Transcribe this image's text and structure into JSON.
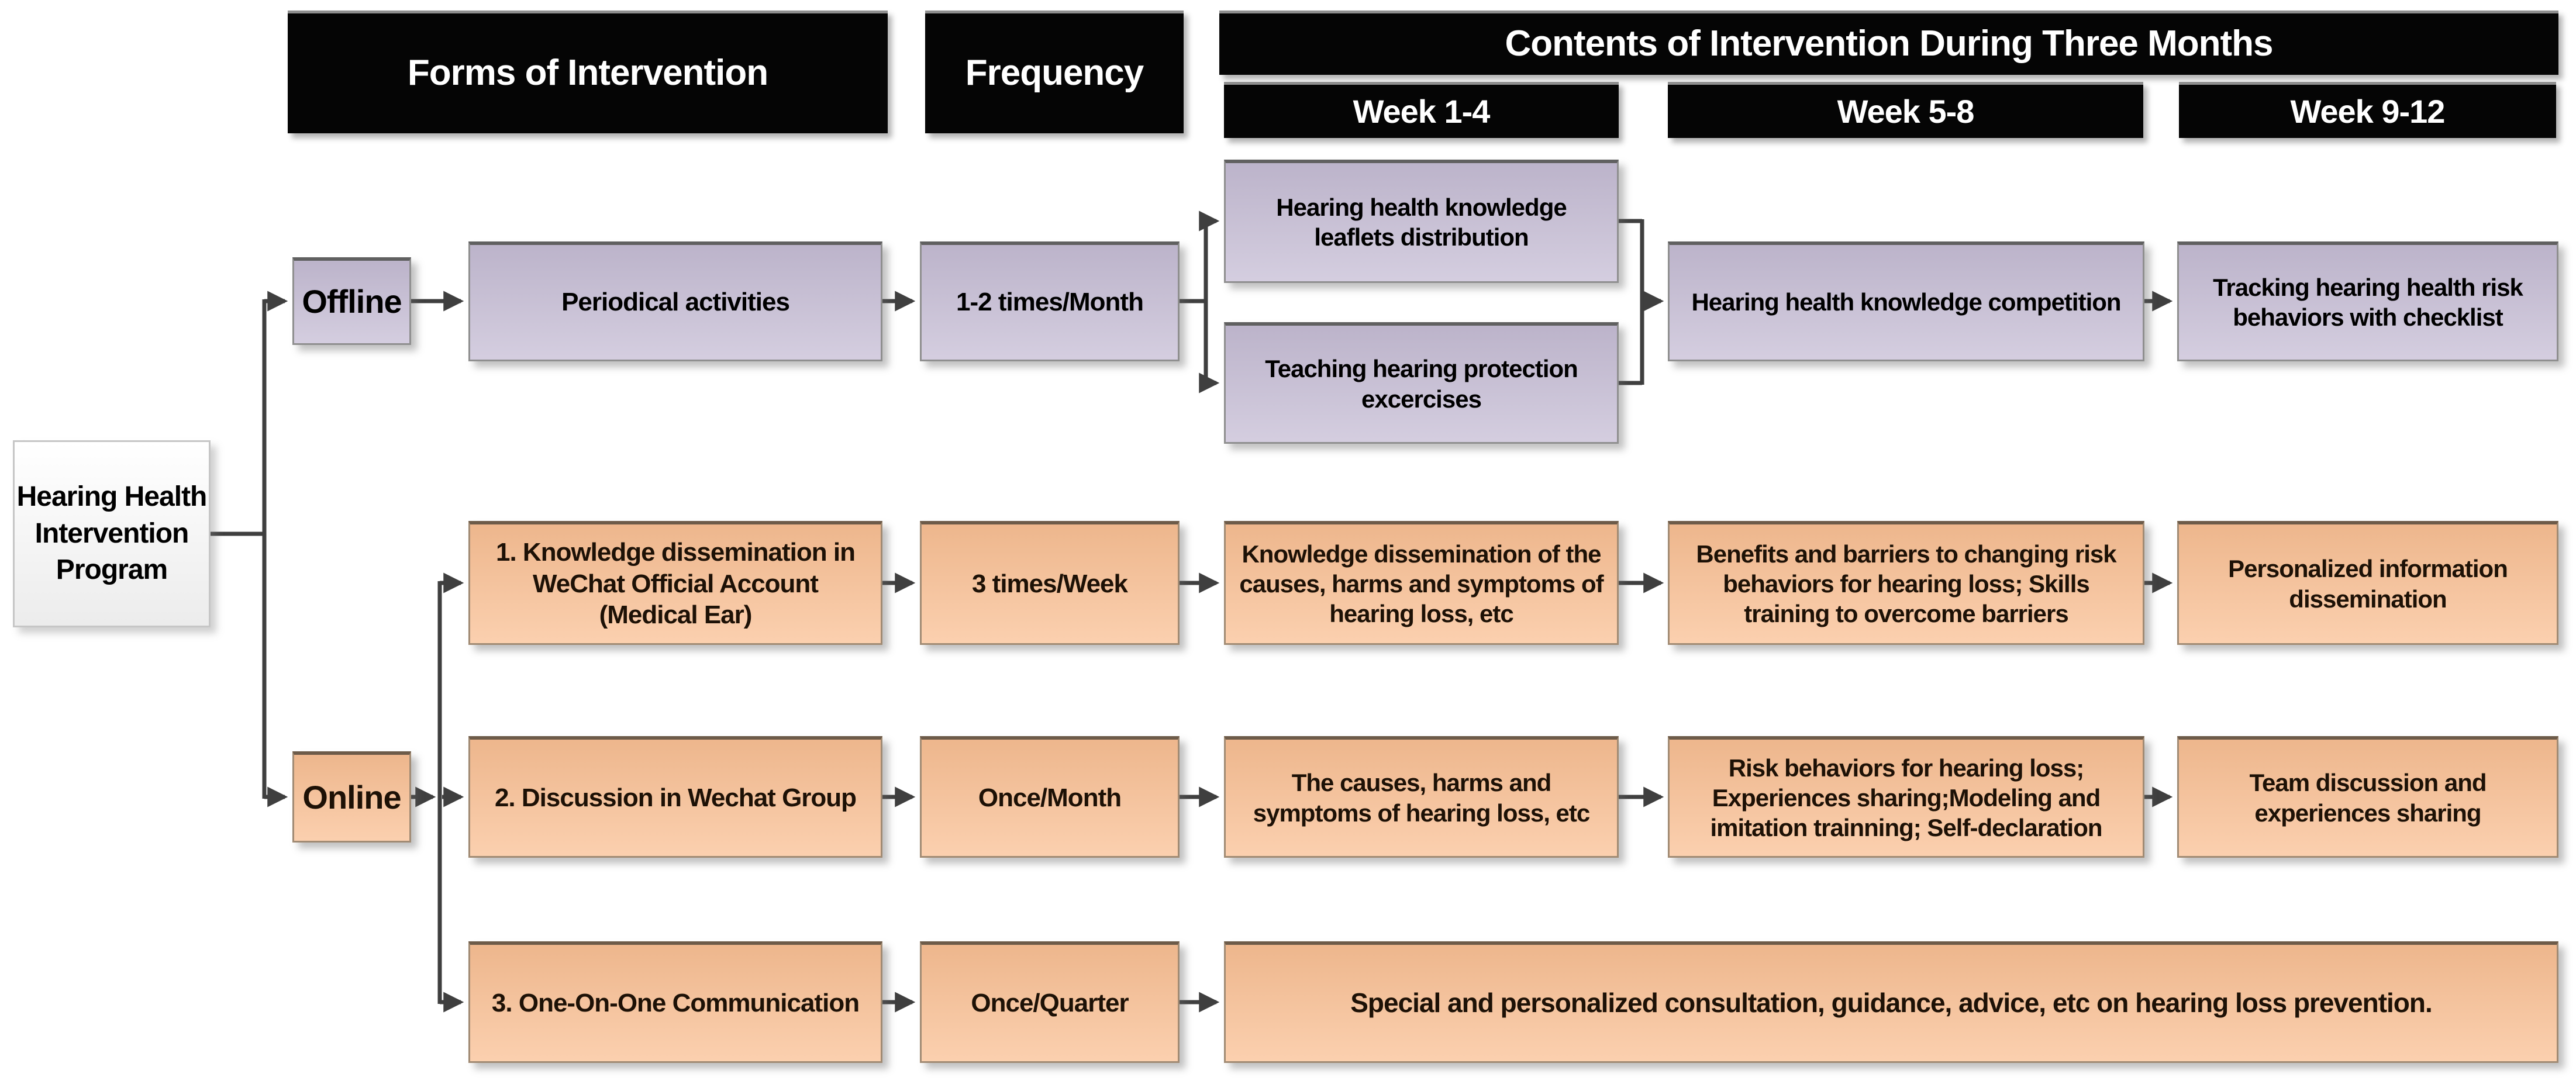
{
  "root": {
    "label": "Hearing Health Intervention Program"
  },
  "headers": {
    "forms": "Forms of Intervention",
    "frequency": "Frequency",
    "contents": "Contents of Intervention During Three Months",
    "weeks": [
      "Week 1-4",
      "Week 5-8",
      "Week 9-12"
    ]
  },
  "offline": {
    "label": "Offline",
    "form": "Periodical activities",
    "frequency": "1-2 times/Month",
    "week_1_4": [
      "Hearing health knowledge leaflets distribution",
      "Teaching hearing protection excercises"
    ],
    "week_5_8": "Hearing health knowledge competition",
    "week_9_12": "Tracking hearing health risk behaviors  with checklist"
  },
  "online": {
    "label": "Online",
    "rows": [
      {
        "form": "1. Knowledge dissemination in WeChat Official Account (Medical Ear)",
        "frequency": "3 times/Week",
        "week_1_4": "Knowledge dissemination of the causes, harms and symptoms of hearing loss, etc",
        "week_5_8": "Benefits and barriers to changing risk behaviors for hearing loss; Skills training to overcome barriers",
        "week_9_12": "Personalized information dissemination"
      },
      {
        "form": "2. Discussion in Wechat Group",
        "frequency": "Once/Month",
        "week_1_4": "The causes, harms and symptoms of hearing loss, etc",
        "week_5_8": "Risk behaviors for hearing loss; Experiences sharing;Modeling and imitation trainning; Self-declaration",
        "week_9_12": "Team discussion and experiences sharing"
      },
      {
        "form": "3. One-On-One Communication",
        "frequency": "Once/Quarter",
        "week_1_12": "Special and personalized consultation, guidance, advice, etc on hearing loss prevention."
      }
    ]
  },
  "colors": {
    "offline_fill": "#c6bdd5",
    "online_fill": "#fac094",
    "header_bg": "#050505",
    "header_text": "#ffffff",
    "connector": "#3f3f3f"
  }
}
